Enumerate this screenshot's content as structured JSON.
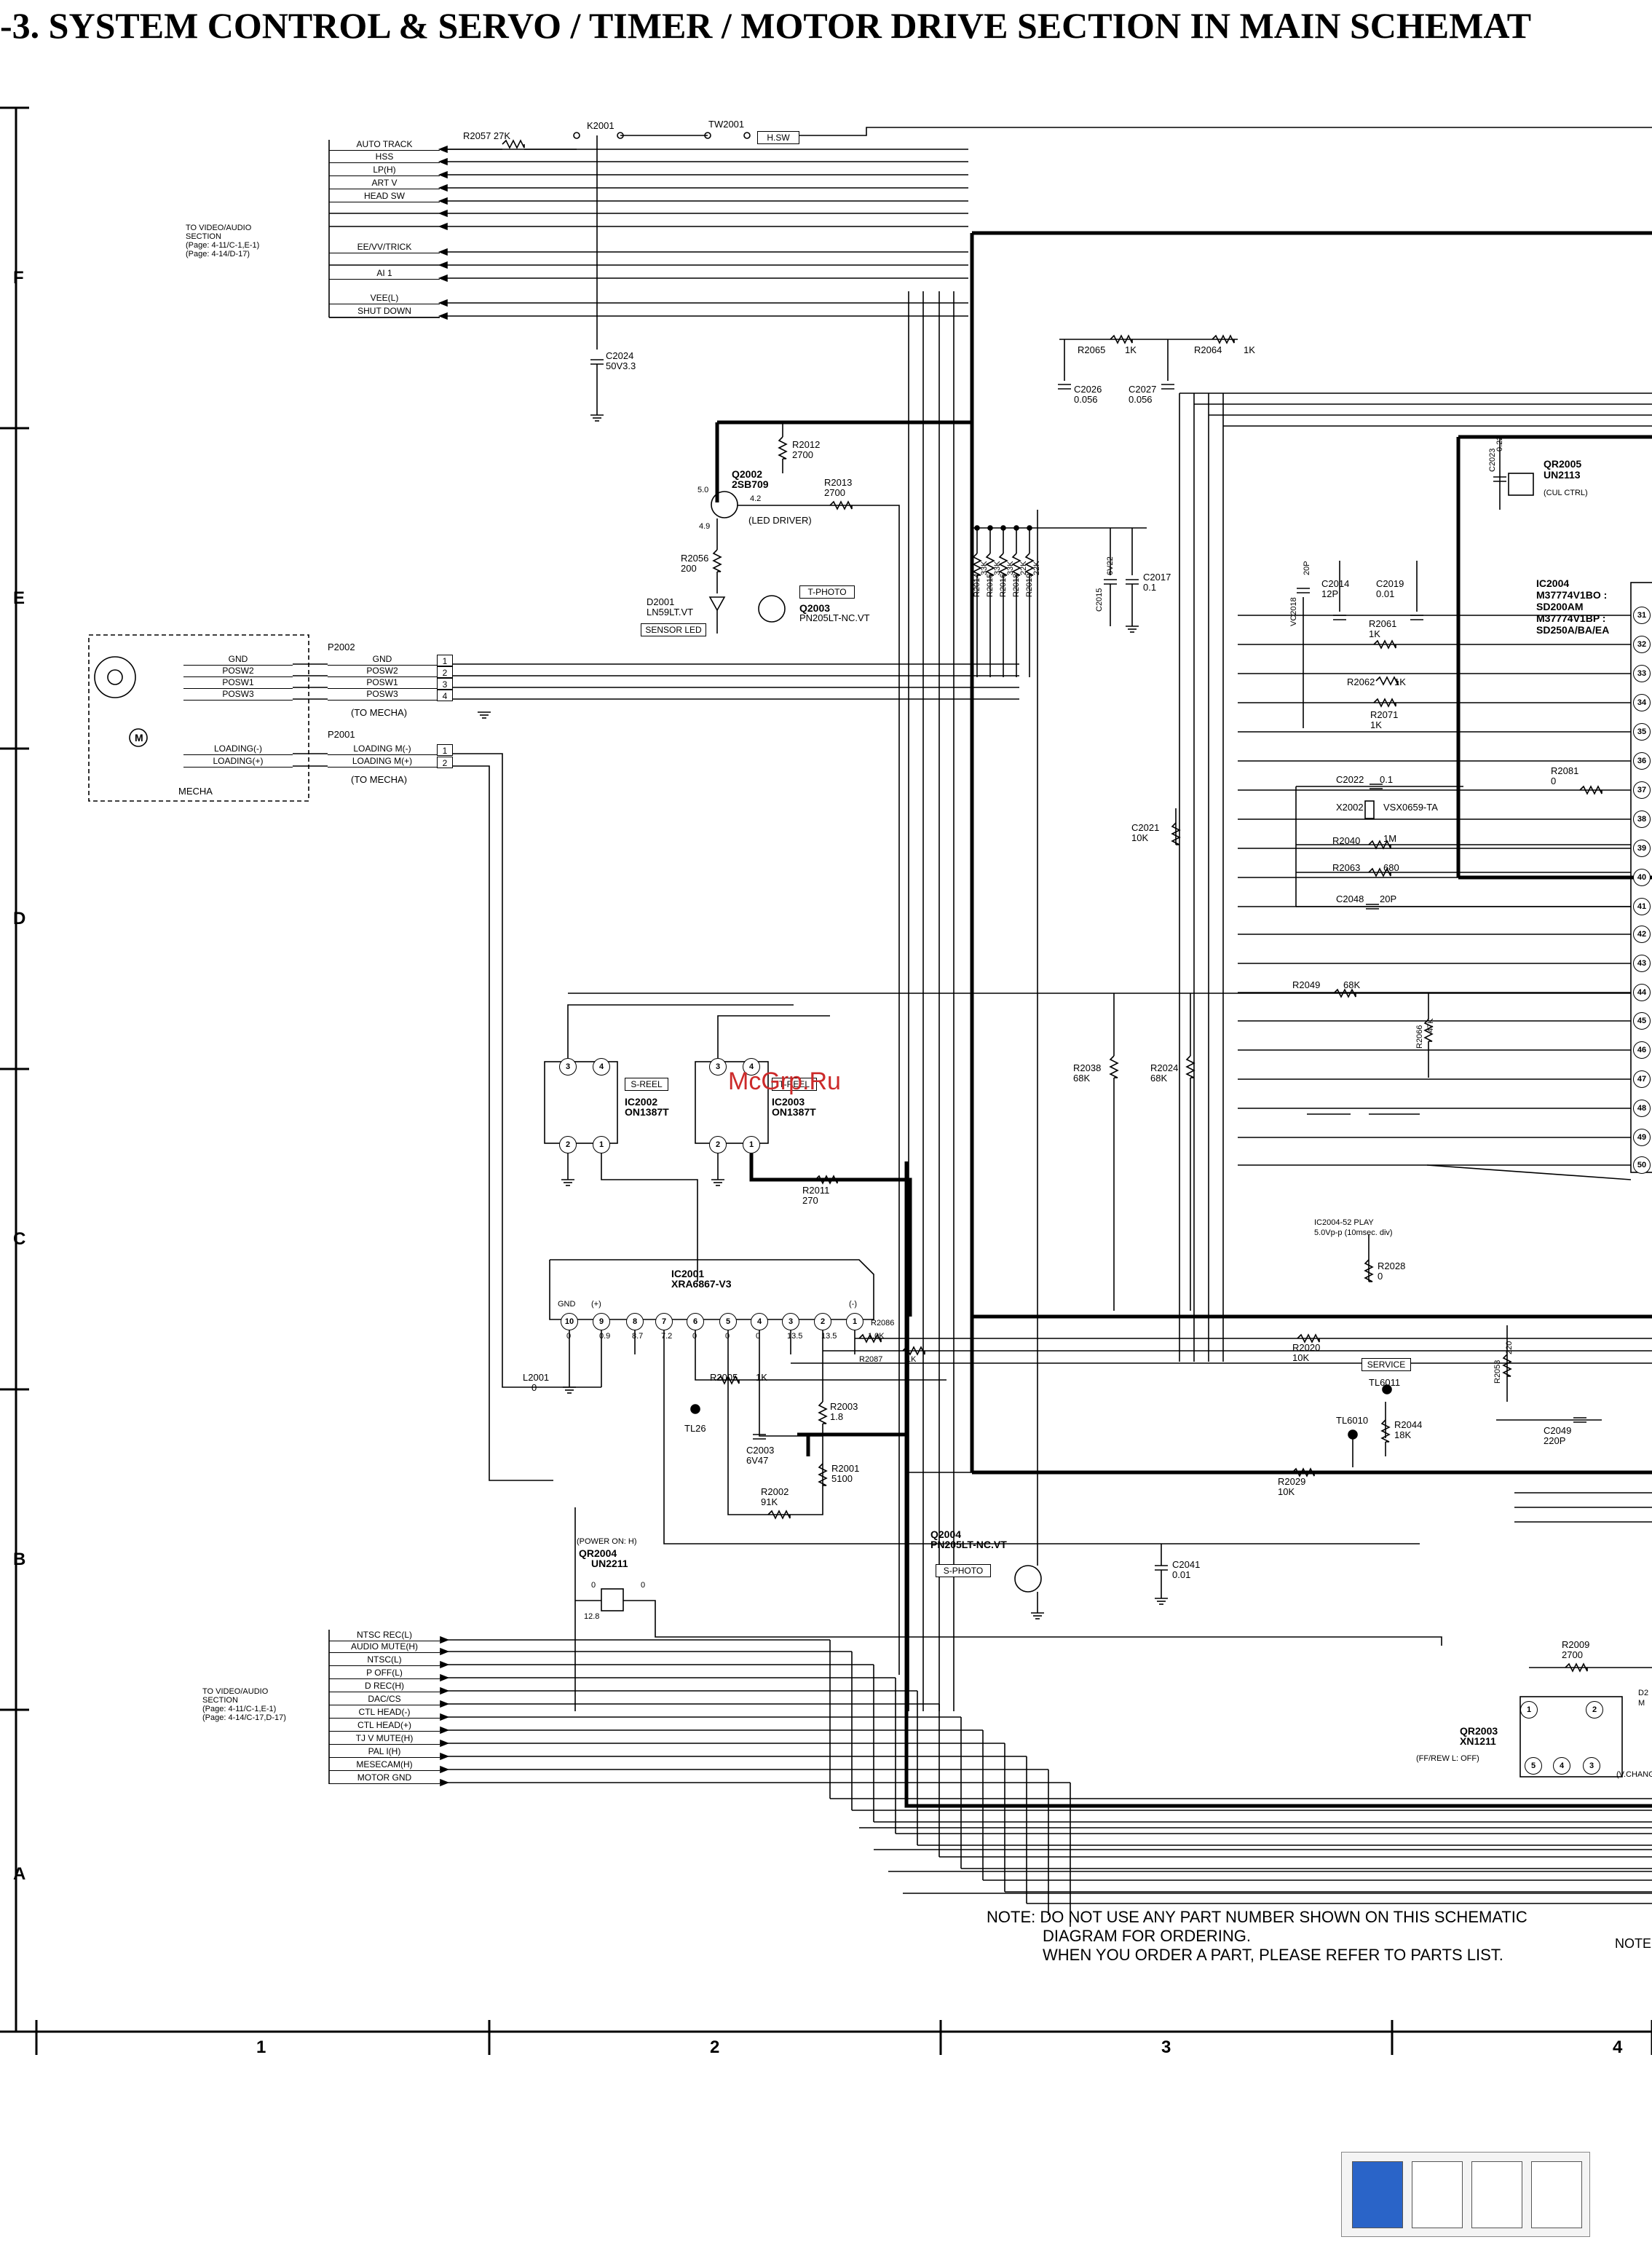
{
  "title": "-3.  SYSTEM CONTROL & SERVO / TIMER / MOTOR DRIVE SECTION IN MAIN  SCHEMAT",
  "grid": {
    "rows": [
      "F",
      "E",
      "D",
      "C",
      "B",
      "A"
    ],
    "cols": [
      "1",
      "2",
      "3",
      "4"
    ]
  },
  "watermark": "McGrp.Ru",
  "connector_top": {
    "section_label": [
      "TO VIDEO/AUDIO",
      "SECTION",
      "(Page: 4-11/C-1,E-1)",
      "(Page: 4-14/D-17)"
    ],
    "signals": [
      "AUTO TRACK",
      "HSS",
      "LP(H)",
      "ART V",
      "HEAD SW",
      "",
      "",
      "EE/VV/TRICK",
      "",
      "AI 1",
      "VEE(L)",
      "SHUT DOWN"
    ]
  },
  "connector_bottom": {
    "section_label": [
      "TO VIDEO/AUDIO",
      "SECTION",
      "(Page: 4-11/C-1,E-1)",
      "(Page: 4-14/C-17,D-17)"
    ],
    "signals": [
      "NTSC REC(L)",
      "AUDIO MUTE(H)",
      "NTSC(L)",
      "P OFF(L)",
      "D REC(H)",
      "DAC/CS",
      "CTL HEAD(-)",
      "CTL HEAD(+)",
      "TJ V MUTE(H)",
      "PAL I(H)",
      "MESECAM(H)",
      "MOTOR GND"
    ]
  },
  "mecha": {
    "label": "MECHA",
    "motor_symbol": "M",
    "switch_signals": [
      "GND",
      "POSW2",
      "POSW1",
      "POSW3"
    ],
    "loading_signals": [
      "LOADING(-)",
      "LOADING(+)"
    ],
    "p2002": {
      "ref": "P2002",
      "signals": [
        "GND",
        "POSW2",
        "POSW1",
        "POSW3"
      ],
      "pins": [
        "1",
        "2",
        "3",
        "4"
      ],
      "dest": "(TO MECHA)"
    },
    "p2001": {
      "ref": "P2001",
      "signals": [
        "LOADING M(-)",
        "LOADING M(+)"
      ],
      "pins": [
        "1",
        "2"
      ],
      "dest": "(TO MECHA)"
    }
  },
  "components": {
    "r2057": "R2057  27K",
    "k2001": "K2001",
    "tw2001": "TW2001",
    "hsw": "H.SW",
    "c2024": [
      "C2024",
      "50V3.3"
    ],
    "r2065": "R2065",
    "r2065_v": "1K",
    "r2064": "R2064",
    "r2064_v": "1K",
    "c2026": [
      "C2026",
      "0.056"
    ],
    "c2027": [
      "C2027",
      "0.056"
    ],
    "r2012": [
      "R2012",
      "2700"
    ],
    "q2002": [
      "Q2002",
      "2SB709"
    ],
    "q2002_v": [
      "5.0",
      "4.2",
      "4.9"
    ],
    "r2013": [
      "R2013",
      "2700"
    ],
    "led_driver": "(LED DRIVER)",
    "r2056": [
      "R2056",
      "200"
    ],
    "d2001": [
      "D2001",
      "LN59LT.VT"
    ],
    "sensor_led": "SENSOR LED",
    "t_photo": "T-PHOTO",
    "q2003": [
      "Q2003",
      "PN205LT-NC.VT"
    ],
    "r_bank": [
      "R2014",
      "R2015",
      "R2016",
      "R2018",
      "R2019"
    ],
    "r_bank_v": [
      "33K",
      "33K",
      "33K",
      "22K",
      "22K"
    ],
    "c2015": [
      "C2015",
      "6V22"
    ],
    "c2017": [
      "C2017",
      "0.1"
    ],
    "vc2018": [
      "VC2018",
      "20P"
    ],
    "c2014": [
      "C2014",
      "12P"
    ],
    "c2019": [
      "C2019",
      "0.01"
    ],
    "c2023": [
      "C2023",
      "0.22"
    ],
    "qr2005": [
      "QR2005",
      "UN2113",
      "(CUL CTRL)"
    ],
    "ic2004": [
      "IC2004",
      "M37774V1BO :",
      "SD200AM",
      "M37774V1BP :",
      "SD250A/BA/EA"
    ],
    "r2061": [
      "R2061",
      "1K"
    ],
    "r2062": "R2062",
    "r2062_v": "1K",
    "r2071": [
      "R2071",
      "1K"
    ],
    "r2081": [
      "R2081",
      "0"
    ],
    "c2022": "C2022",
    "c2022_v": "0.1",
    "x2002": "X2002",
    "x2002_v": "VSX0659-TA",
    "r2040": "R2040",
    "r2040_v": "1M",
    "r2063": "R2063",
    "r2063_v": "680",
    "c2048": "C2048",
    "c2048_v": "20P",
    "c2021": [
      "C2021",
      "10K"
    ],
    "r2049": "R2049",
    "r2049_v": "68K",
    "r2066": [
      "R2066",
      "47K"
    ],
    "r2038": [
      "R2038",
      "68K"
    ],
    "r2024": [
      "R2024",
      "68K"
    ],
    "s_reel": "S-REEL",
    "ic2002": [
      "IC2002",
      "ON1387T"
    ],
    "t_reel": "T-REEL",
    "ic2003": [
      "IC2003",
      "ON1387T"
    ],
    "r2011": [
      "R2011",
      "270"
    ],
    "ic2004_play": [
      "IC2004-52 PLAY",
      "5.0Vp-p (10msec. div)"
    ],
    "r2028": [
      "R2028",
      "0"
    ],
    "ic2001": [
      "IC2001",
      "XRA6867-V3"
    ],
    "ic2001_pins": [
      "10",
      "9",
      "8",
      "7",
      "6",
      "5",
      "4",
      "3",
      "2",
      "1"
    ],
    "ic2001_v": [
      "0",
      "0.9",
      "8.7",
      "7.2",
      "0",
      "0",
      "0",
      "13.5",
      "13.5"
    ],
    "ic2001_gnd": "GND",
    "ic2001_plus": "(+)",
    "ic2001_minus": "(-)",
    "r2086": "R2086",
    "r2086_v": "1.0K",
    "r2087": "R2087",
    "r2087_v": "1K",
    "r2020": [
      "R2020",
      "10K"
    ],
    "r2053": [
      "R2053",
      "220"
    ],
    "service": "SERVICE",
    "tl6011": "TL6011",
    "l2001": [
      "L2001",
      "0"
    ],
    "r2005": "R2005",
    "r2005_v": "1K",
    "tl26": "TL26",
    "r2003": [
      "R2003",
      "1.8"
    ],
    "c2003": [
      "C2003",
      "6V47"
    ],
    "r2001": [
      "R2001",
      "5100"
    ],
    "tl6010": "TL6010",
    "r2044": [
      "R2044",
      "18K"
    ],
    "c2049": [
      "C2049",
      "220P"
    ],
    "r2002": [
      "R2002",
      "91K"
    ],
    "r2029": [
      "R2029",
      "10K"
    ],
    "qr2004": [
      "(POWER ON: H)",
      "QR2004",
      "UN2211"
    ],
    "qr2004_v": [
      "0",
      "0",
      "12.8"
    ],
    "q2004": [
      "Q2004",
      "PN205LT-NC.VT"
    ],
    "s_photo": "S-PHOTO",
    "c2041": [
      "C2041",
      "0.01"
    ],
    "r2009": [
      "R2009",
      "2700"
    ],
    "qr2003": [
      "QR2003",
      "XN1211",
      "(FF/REW L: OFF)"
    ],
    "qr2003_pins": [
      "1",
      "2",
      "3",
      "4",
      "5"
    ],
    "right_edge": [
      "D2",
      "M",
      "(V.CHANG"
    ]
  },
  "ic2004_pins": [
    "31",
    "32",
    "33",
    "34",
    "35",
    "36",
    "37",
    "38",
    "39",
    "40",
    "41",
    "42",
    "43",
    "44",
    "45",
    "46",
    "47",
    "48",
    "49",
    "50"
  ],
  "note": {
    "lines": [
      "NOTE: DO NOT USE ANY PART NUMBER SHOWN ON THIS SCHEMATIC",
      "DIAGRAM FOR ORDERING.",
      "WHEN YOU ORDER A PART, PLEASE REFER TO PARTS LIST."
    ],
    "right": "NOTE"
  },
  "colors": {
    "ink": "#000000",
    "paper": "#ffffff",
    "watermark": "#cc2a2a",
    "thumb_active": "#2a64c8"
  }
}
